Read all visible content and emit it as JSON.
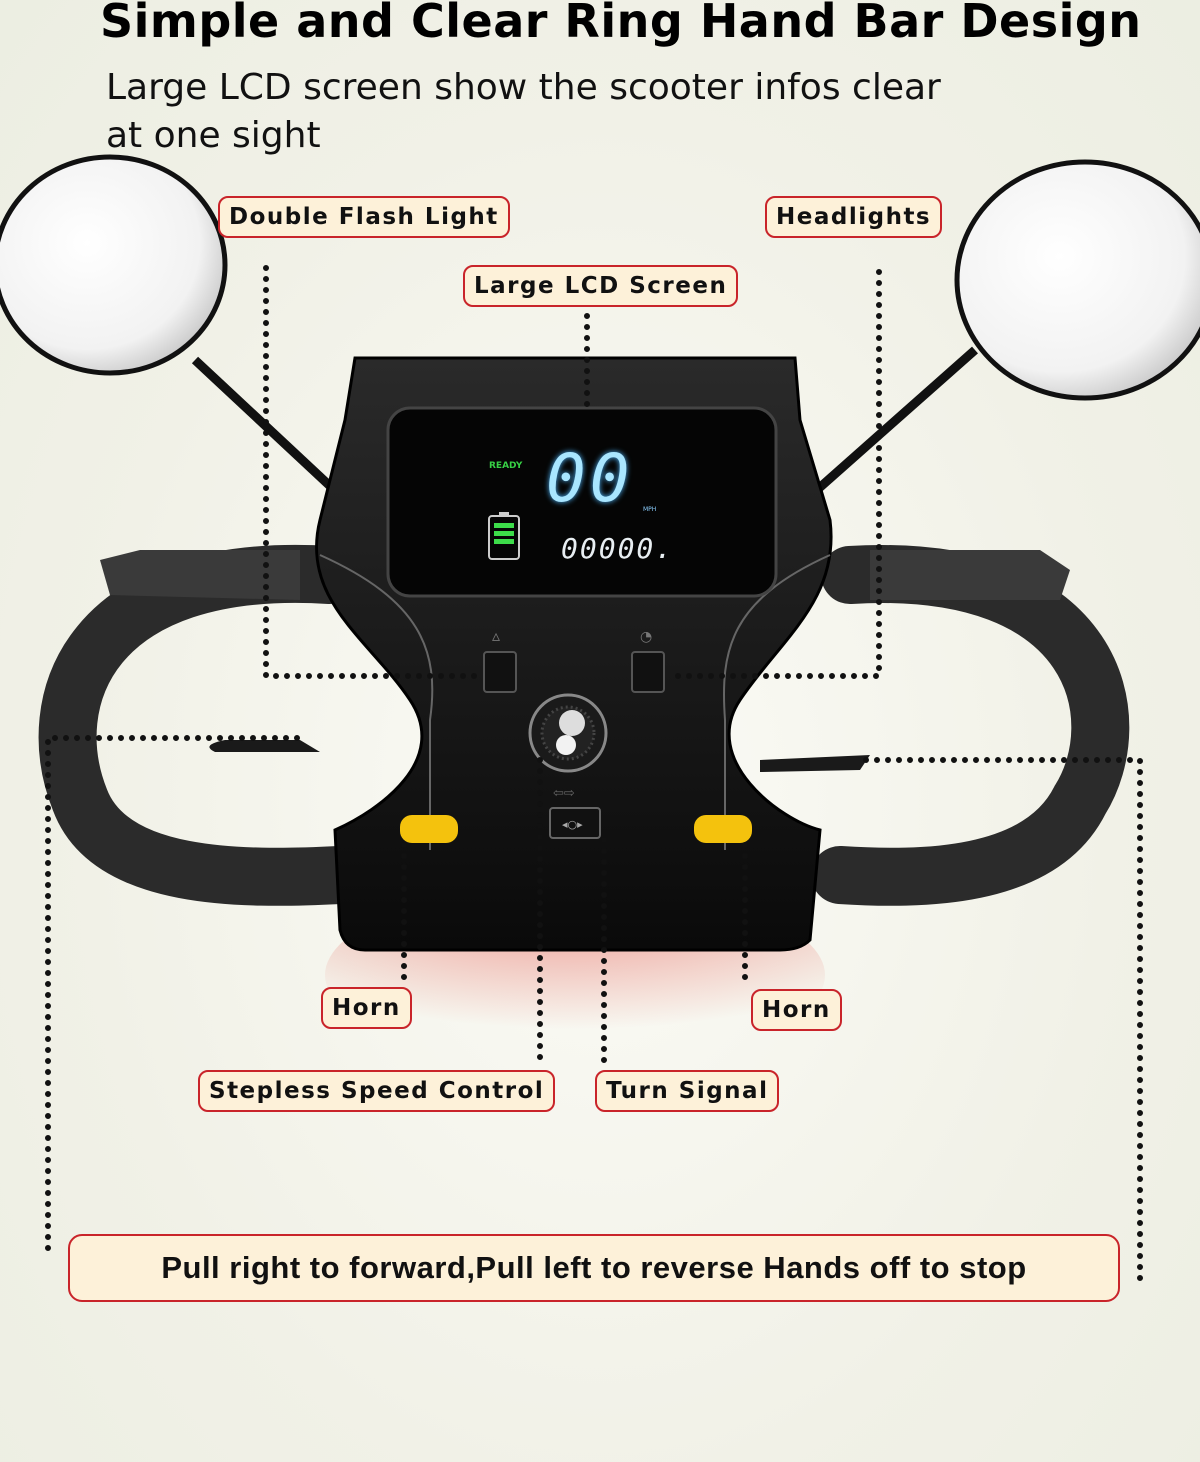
{
  "header": {
    "title": "Simple and Clear Ring Hand Bar Design",
    "subtitle": "Large LCD screen show the scooter infos clear at one sight"
  },
  "callouts": {
    "double_flash_light": "Double Flash Light",
    "headlights": "Headlights",
    "lcd_screen": "Large LCD Screen",
    "horn_left": "Horn",
    "horn_right": "Horn",
    "speed_control": "Stepless Speed Control",
    "turn_signal": "Turn Signal"
  },
  "lcd": {
    "ready": "READY",
    "speed": "00",
    "unit": "MPH",
    "odometer": "00000."
  },
  "banner": "Pull right to forward,Pull left to reverse Hands off to stop",
  "colors": {
    "label_border": "#c9242a",
    "label_fill": "#fdf1d9",
    "horn_button": "#f4c20d"
  }
}
